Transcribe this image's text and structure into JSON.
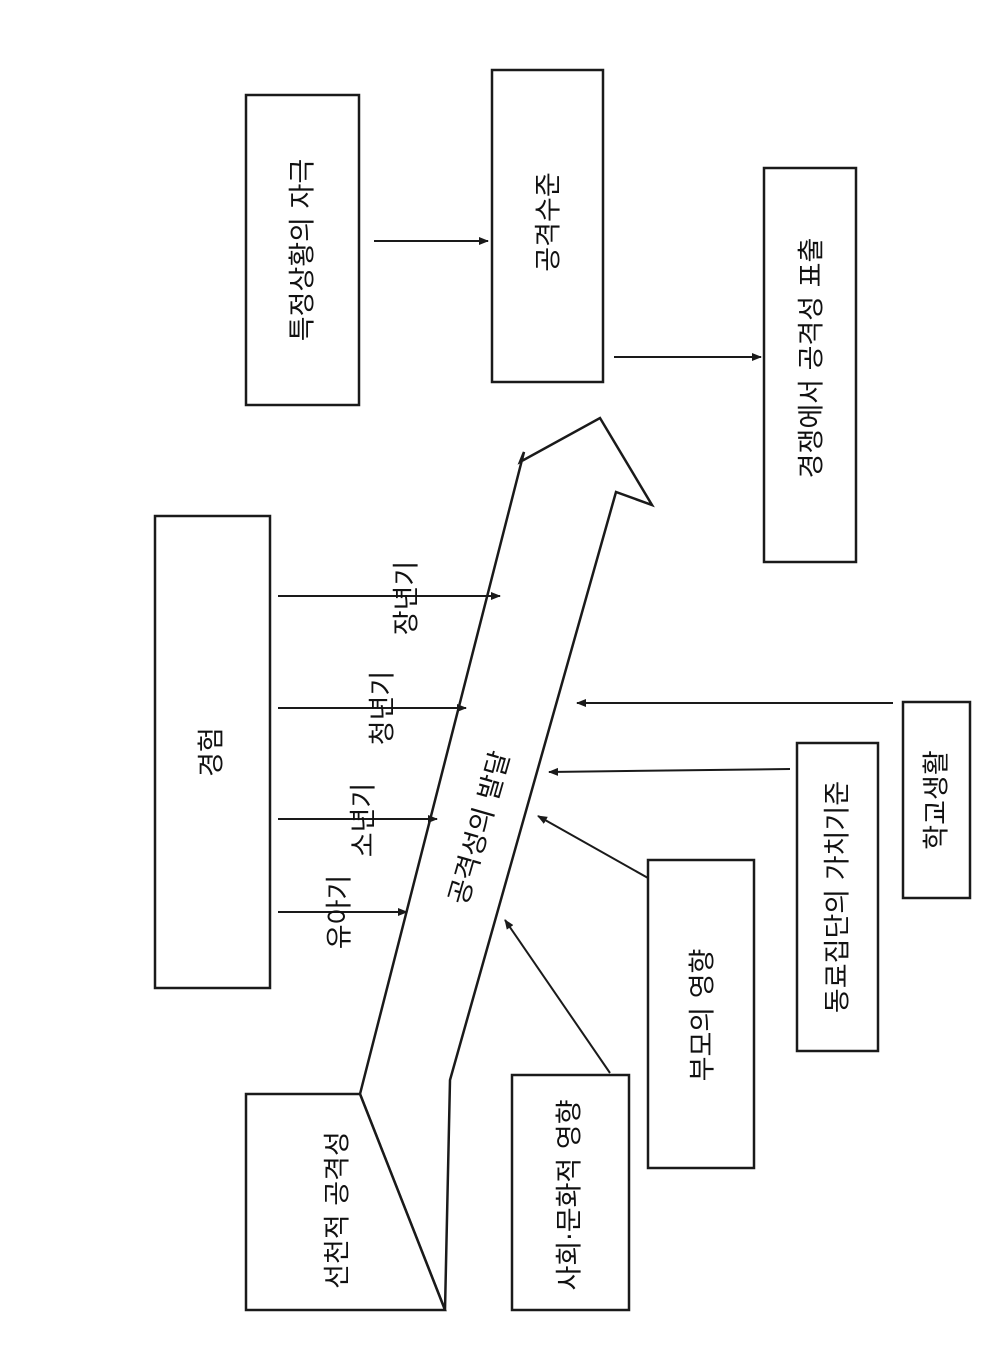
{
  "nodes": {
    "stimulus": "특정상황의 자극",
    "attack_level": "공격수준",
    "expression": "경쟁에서 공격성 표출",
    "experience": "경험",
    "innate": "선천적 공격성",
    "socio_cultural": "사회·문화적 영향",
    "parents": "부모의 영향",
    "peer_values": "동료집단의 가치기준",
    "school": "학교생활",
    "development": "공격성의 발달"
  },
  "stages": {
    "infancy": "유아기",
    "childhood": "소년기",
    "adolescence": "청년기",
    "adulthood": "장년기"
  },
  "colors": {
    "ink": "#1a1a1a",
    "paper": "#ffffff"
  }
}
